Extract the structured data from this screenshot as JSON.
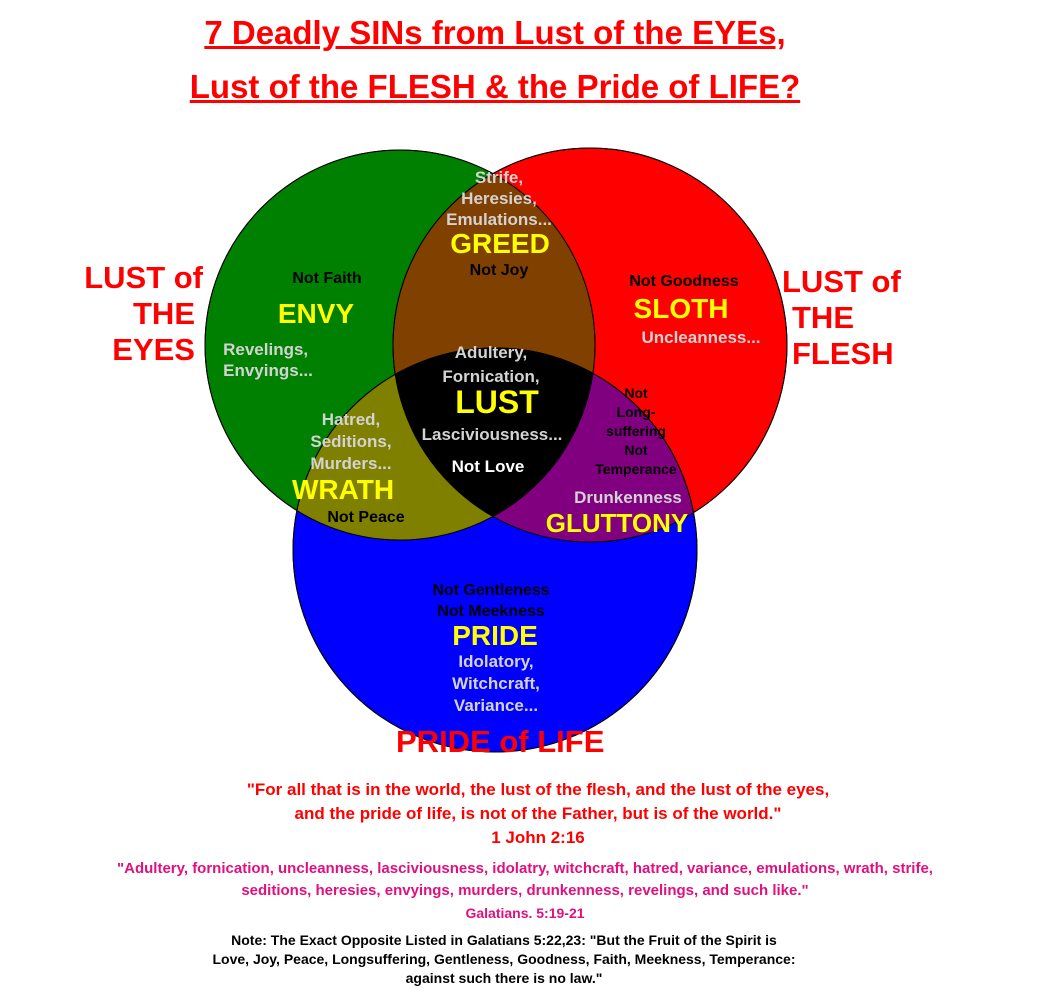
{
  "title": {
    "line1": "7 Deadly SINs from Lust of the EYEs,",
    "line2": "Lust of the FLESH & the Pride of LIFE?"
  },
  "colors": {
    "eyes": "#008000",
    "flesh": "#ff0000",
    "life": "#0000ff",
    "greed": "#804000",
    "wrath": "#808000",
    "gluttony": "#800080",
    "lust": "#000000",
    "sin_label": "#ffff00",
    "heading": "#ff0000",
    "galatians": "#e0107e"
  },
  "circles": {
    "eyes": {
      "label_line1": "LUST of",
      "label_line2": "THE",
      "label_line3": "EYES"
    },
    "flesh": {
      "label_line1": "LUST of",
      "label_line2": "THE",
      "label_line3": "FLESH"
    },
    "life": {
      "label": "PRIDE of LIFE"
    }
  },
  "regions": {
    "envy": {
      "sin": "ENVY",
      "not": "Not Faith",
      "works_line1": "Revelings,",
      "works_line2": "Envyings..."
    },
    "greed": {
      "sin": "GREED",
      "not": "Not Joy",
      "works_line1": "Strife,",
      "works_line2": "Heresies,",
      "works_line3": "Emulations..."
    },
    "sloth": {
      "sin": "SLOTH",
      "not": "Not Goodness",
      "works": "Uncleanness..."
    },
    "lust": {
      "sin": "LUST",
      "not": "Not Love",
      "works_line1": "Adultery,",
      "works_line2": "Fornication,",
      "works_line3": "Lasciviousness..."
    },
    "wrath": {
      "sin": "WRATH",
      "not": "Not Peace",
      "works_line1": "Hatred,",
      "works_line2": "Seditions,",
      "works_line3": "Murders..."
    },
    "gluttony": {
      "sin": "GLUTTONY",
      "not_line1": "Not",
      "not_line2": "Long-",
      "not_line3": "suffering",
      "not_line4": "Not",
      "not_line5": "Temperance",
      "works": "Drunkenness"
    },
    "pride": {
      "sin": "PRIDE",
      "not_line1": "Not Gentleness",
      "not_line2": "Not Meekness",
      "works_line1": "Idolatory,",
      "works_line2": "Witchcraft,",
      "works_line3": "Variance..."
    }
  },
  "verse_john": {
    "line1": "\"For all that is in the world, the lust of the flesh, and the lust of the eyes,",
    "line2": "and the pride of life, is not of the Father, but is of the world.\"",
    "reference": "1 John 2:16"
  },
  "verse_galatians": {
    "line1": "\"Adultery, fornication, uncleanness, lasciviousness, idolatry, witchcraft, hatred, variance, emulations, wrath, strife,",
    "line2": "seditions, heresies, envyings, murders,  drunkenness, revelings, and such like.\"",
    "reference": "Galatians. 5:19-21"
  },
  "note": {
    "line1": "Note: The Exact Opposite Listed in Galatians 5:22,23: \"But the Fruit of the Spirit is",
    "line2": "Love, Joy, Peace, Longsuffering, Gentleness, Goodness, Faith, Meekness, Temperance:",
    "line3": "against such there is no law.\""
  }
}
